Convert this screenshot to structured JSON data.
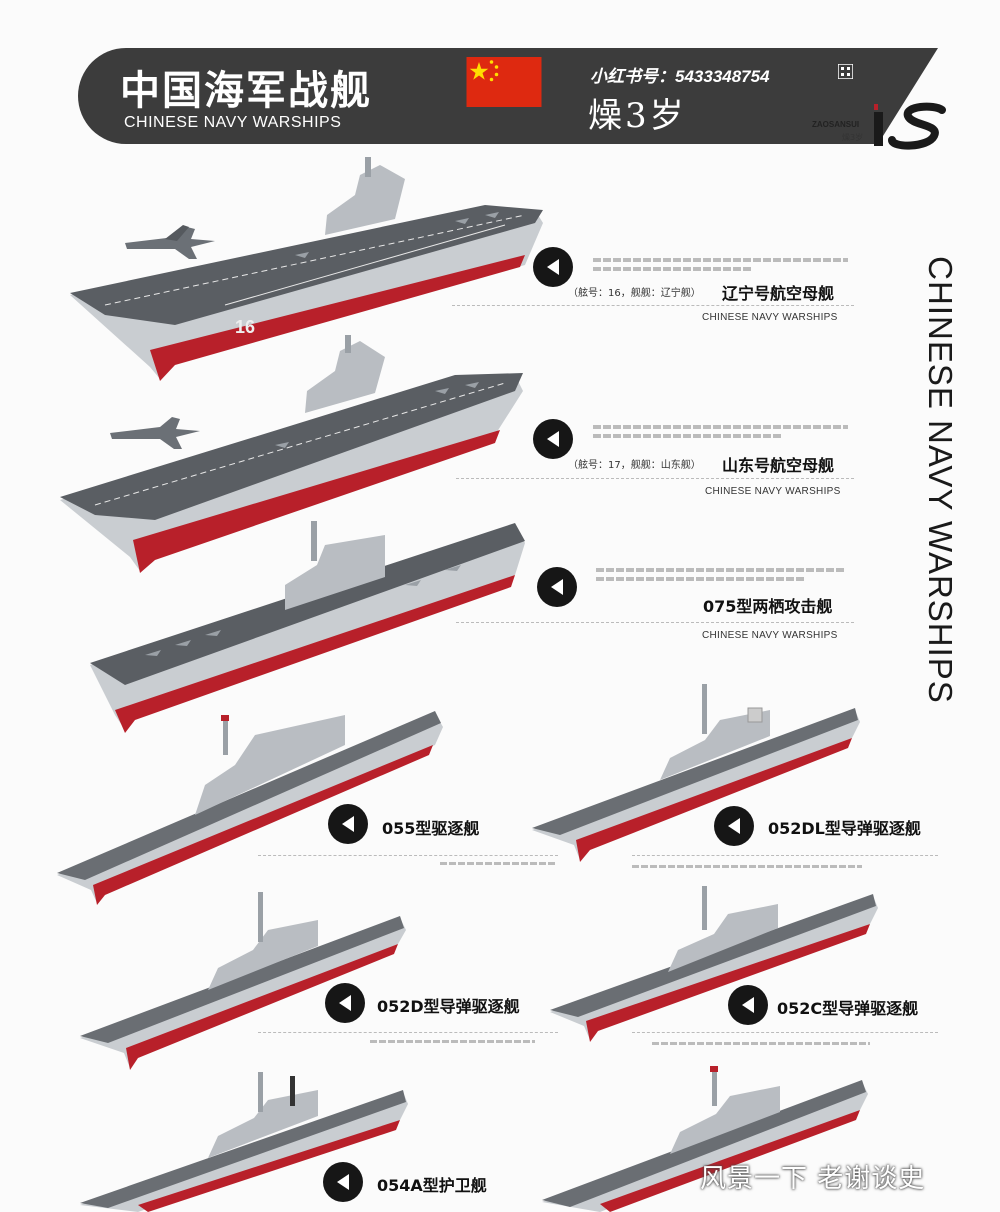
{
  "header": {
    "title_cn": "中国海军战舰",
    "title_en": "CHINESE NAVY WARSHIPS",
    "xiaohongshu": "小红书号：5433348754",
    "brand_cn": "燥3岁",
    "logo_en": "ZAOSANSUI",
    "logo_cn": "燥3岁",
    "logo_mark": "IS"
  },
  "side_title": "CHINESE NAVY WARSHIPS",
  "colors": {
    "header_bg": "#3c3c3c",
    "flag_red": "#de2910",
    "flag_star": "#ffde00",
    "hull_red": "#b8202a",
    "hull_grey": "#c9cdd1",
    "deck_grey": "#5a5e63"
  },
  "ships": [
    {
      "name": "辽宁号航空母舰",
      "meta": "（舷号：16，舰舰：辽宁舰）",
      "subtitle": "CHINESE NAVY WARSHIPS",
      "hull_number": "16"
    },
    {
      "name": "山东号航空母舰",
      "meta": "（舷号：17，舰舰：山东舰）",
      "subtitle": "CHINESE NAVY WARSHIPS"
    },
    {
      "name": "075型两栖攻击舰",
      "subtitle": "CHINESE NAVY WARSHIPS"
    },
    {
      "name": "055型驱逐舰"
    },
    {
      "name": "052DL型导弹驱逐舰"
    },
    {
      "name": "052D型导弹驱逐舰"
    },
    {
      "name": "052C型导弹驱逐舰"
    },
    {
      "name": "054A型护卫舰"
    }
  ],
  "watermark": "风景一下 老谢谈史",
  "icons": {
    "arrow": "triangle-left-icon",
    "qr": "qr-code-icon",
    "flag": "china-flag-icon"
  }
}
